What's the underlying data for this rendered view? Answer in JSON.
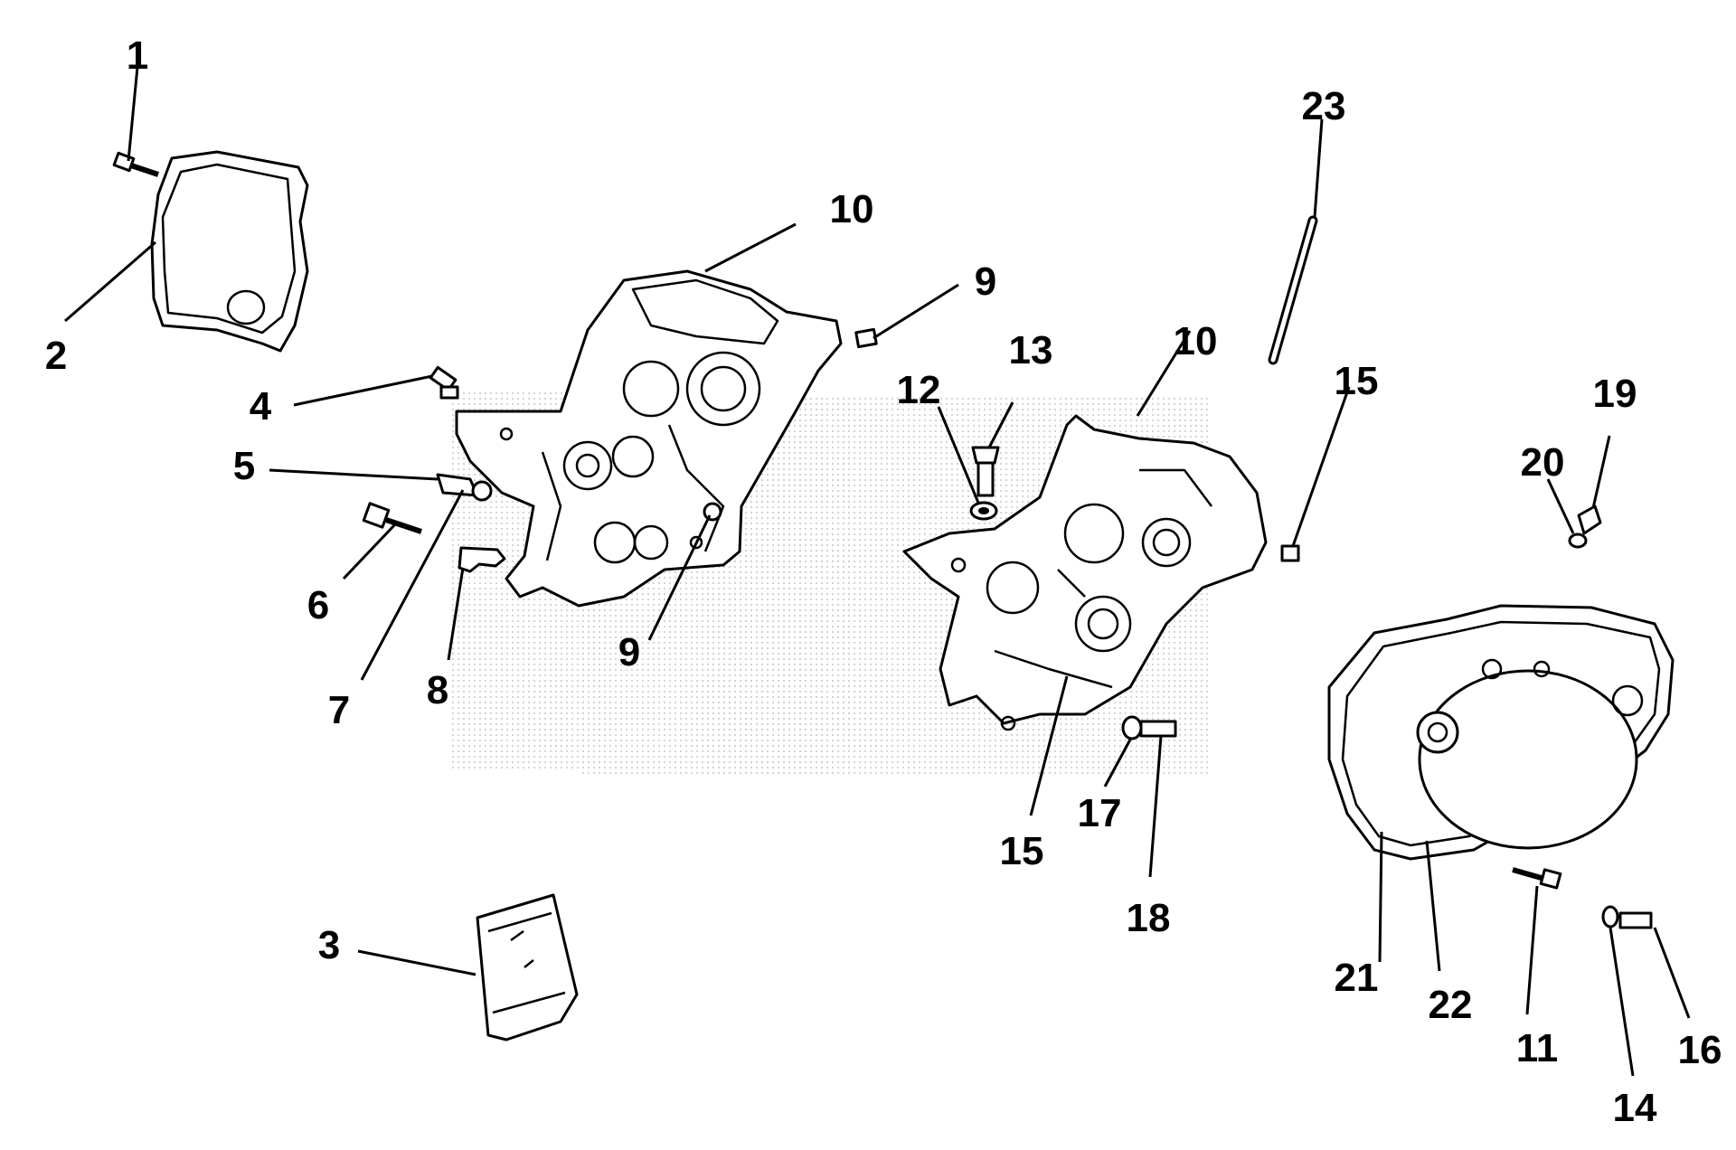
{
  "diagram": {
    "callouts": [
      {
        "id": "c1",
        "text": "1"
      },
      {
        "id": "c2",
        "text": "2"
      },
      {
        "id": "c3",
        "text": "3"
      },
      {
        "id": "c4",
        "text": "4"
      },
      {
        "id": "c5",
        "text": "5"
      },
      {
        "id": "c6",
        "text": "6"
      },
      {
        "id": "c7",
        "text": "7"
      },
      {
        "id": "c8",
        "text": "8"
      },
      {
        "id": "c9a",
        "text": "9"
      },
      {
        "id": "c9b",
        "text": "9"
      },
      {
        "id": "c10a",
        "text": "10"
      },
      {
        "id": "c10b",
        "text": "10"
      },
      {
        "id": "c11",
        "text": "11"
      },
      {
        "id": "c12",
        "text": "12"
      },
      {
        "id": "c13",
        "text": "13"
      },
      {
        "id": "c14",
        "text": "14"
      },
      {
        "id": "c15a",
        "text": "15"
      },
      {
        "id": "c15b",
        "text": "15"
      },
      {
        "id": "c16",
        "text": "16"
      },
      {
        "id": "c17",
        "text": "17"
      },
      {
        "id": "c18",
        "text": "18"
      },
      {
        "id": "c19",
        "text": "19"
      },
      {
        "id": "c20",
        "text": "20"
      },
      {
        "id": "c21",
        "text": "21"
      },
      {
        "id": "c22",
        "text": "22"
      },
      {
        "id": "c23",
        "text": "23"
      }
    ]
  }
}
